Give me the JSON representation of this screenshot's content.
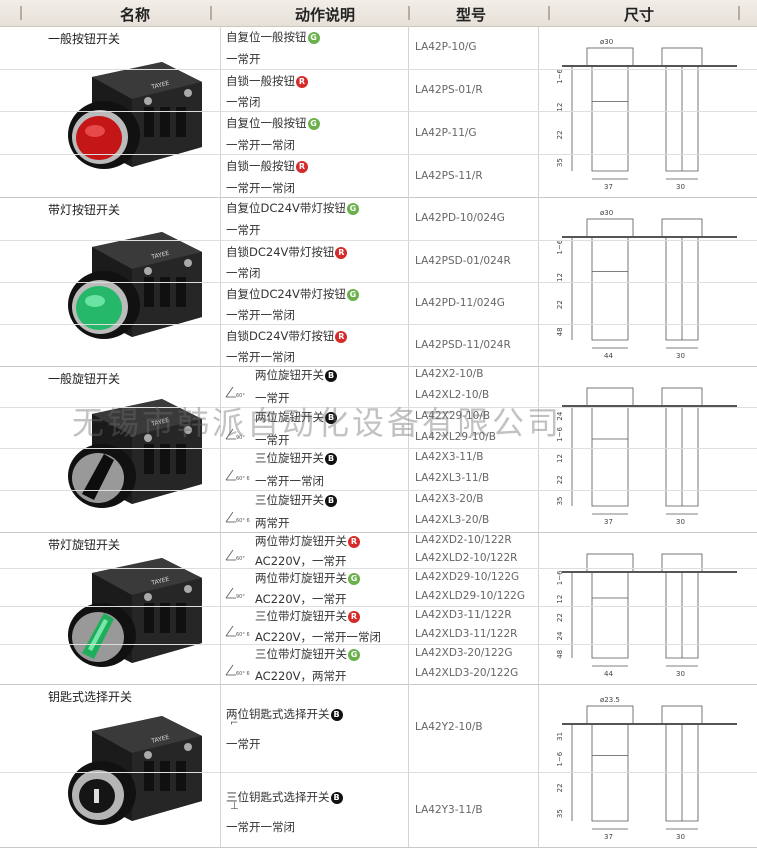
{
  "header": {
    "name": "名称",
    "action": "动作说明",
    "model": "型号",
    "size": "尺寸"
  },
  "sections": [
    {
      "name": "一般按钮开关",
      "rows": [
        {
          "line1": "自复位一般按钮",
          "badge": "G",
          "line2": "一常开",
          "models": [
            "LA42P-10/G"
          ]
        },
        {
          "line1": "自锁一般按钮",
          "badge": "R",
          "line2": "一常闭",
          "models": [
            "LA42PS-01/R"
          ]
        },
        {
          "line1": "自复位一般按钮",
          "badge": "G",
          "line2": "一常开一常闭",
          "models": [
            "LA42P-11/G"
          ]
        },
        {
          "line1": "自锁一般按钮",
          "badge": "R",
          "line2": "一常开一常闭",
          "models": [
            "LA42PS-11/R"
          ]
        }
      ]
    },
    {
      "name": "带灯按钮开关",
      "rows": [
        {
          "line1": "自复位DC24V带灯按钮",
          "badge": "G",
          "line2": "一常开",
          "models": [
            "LA42PD-10/024G"
          ]
        },
        {
          "line1": "自锁DC24V带灯按钮",
          "badge": "R",
          "line2": "一常闭",
          "models": [
            "LA42PSD-01/024R"
          ]
        },
        {
          "line1": "自复位DC24V带灯按钮",
          "badge": "G",
          "line2": "一常开一常闭",
          "models": [
            "LA42PD-11/024G"
          ]
        },
        {
          "line1": "自锁DC24V带灯按钮",
          "badge": "R",
          "line2": "一常开一常闭",
          "models": [
            "LA42PSD-11/024R"
          ]
        }
      ]
    },
    {
      "name": "一般旋钮开关",
      "rows": [
        {
          "line1": "两位旋钮开关",
          "badge": "B",
          "line2": "一常开",
          "angles": "60°",
          "models": [
            "LA42X2-10/B",
            "LA42XL2-10/B"
          ]
        },
        {
          "line1": "两位旋钮开关",
          "badge": "B",
          "line2": "一常开",
          "angles": "90°",
          "models": [
            "LA42X29-10/B",
            "LA42XL29-10/B"
          ]
        },
        {
          "line1": "三位旋钮开关",
          "badge": "B",
          "line2": "一常开一常闭",
          "angles": "60° 60°",
          "models": [
            "LA42X3-11/B",
            "LA42XL3-11/B"
          ]
        },
        {
          "line1": "三位旋钮开关",
          "badge": "B",
          "line2": "两常开",
          "angles": "60° 60°",
          "models": [
            "LA42X3-20/B",
            "LA42XL3-20/B"
          ]
        }
      ]
    },
    {
      "name": "带灯旋钮开关",
      "rows": [
        {
          "line1": "两位带灯旋钮开关",
          "badge": "R",
          "line2": "AC220V，一常开",
          "angles": "60°",
          "models": [
            "LA42XD2-10/122R",
            "LA42XLD2-10/122R"
          ]
        },
        {
          "line1": "两位带灯旋钮开关",
          "badge": "G",
          "line2": "AC220V，一常开",
          "angles": "90°",
          "models": [
            "LA42XD29-10/122G",
            "LA42XLD29-10/122G"
          ]
        },
        {
          "line1": "三位带灯旋钮开关",
          "badge": "R",
          "line2": "AC220V，一常开一常闭",
          "angles": "60° 60°",
          "models": [
            "LA42XD3-11/122R",
            "LA42XLD3-11/122R"
          ]
        },
        {
          "line1": "三位带灯旋钮开关",
          "badge": "G",
          "line2": "AC220V，两常开",
          "angles": "60° 60°",
          "models": [
            "LA42XD3-20/122G",
            "LA42XLD3-20/122G"
          ]
        }
      ]
    },
    {
      "name": "钥匙式选择开关",
      "rows": [
        {
          "line1": "两位钥匙式选择开关",
          "badge": "B",
          "line2": "一常开",
          "models": [
            "LA42Y2-10/B"
          ]
        },
        {
          "line1": "三位钥匙式选择开关",
          "badge": "B",
          "line2": "一常开一常闭",
          "models": [
            "LA42Y3-11/B"
          ]
        }
      ]
    }
  ],
  "dimensions": [
    {
      "top": "ø30",
      "labels": [
        "1~6",
        "12",
        "22",
        "35"
      ],
      "width1": "37",
      "width2": "30"
    },
    {
      "top": "ø30",
      "labels": [
        "1~6",
        "12",
        "22",
        "48"
      ],
      "width1": "44",
      "width2": "30"
    },
    {
      "top": "",
      "labels": [
        "24",
        "1~6",
        "12",
        "22",
        "35"
      ],
      "width1": "37",
      "width2": "30"
    },
    {
      "top": "",
      "labels": [
        "1~6",
        "12",
        "22",
        "24",
        "48"
      ],
      "width1": "44",
      "width2": "30"
    },
    {
      "top": "ø23.5",
      "labels": [
        "31",
        "1~6",
        "22",
        "35"
      ],
      "width1": "37",
      "width2": "30"
    }
  ],
  "brand_mark": "TAYEE",
  "watermark": "无锡市韩派自动化设备有限公司",
  "colors": {
    "badge_G": "#6ab04c",
    "badge_R": "#d62b2b",
    "badge_B": "#111111",
    "header_bg": "#ece7e0"
  }
}
